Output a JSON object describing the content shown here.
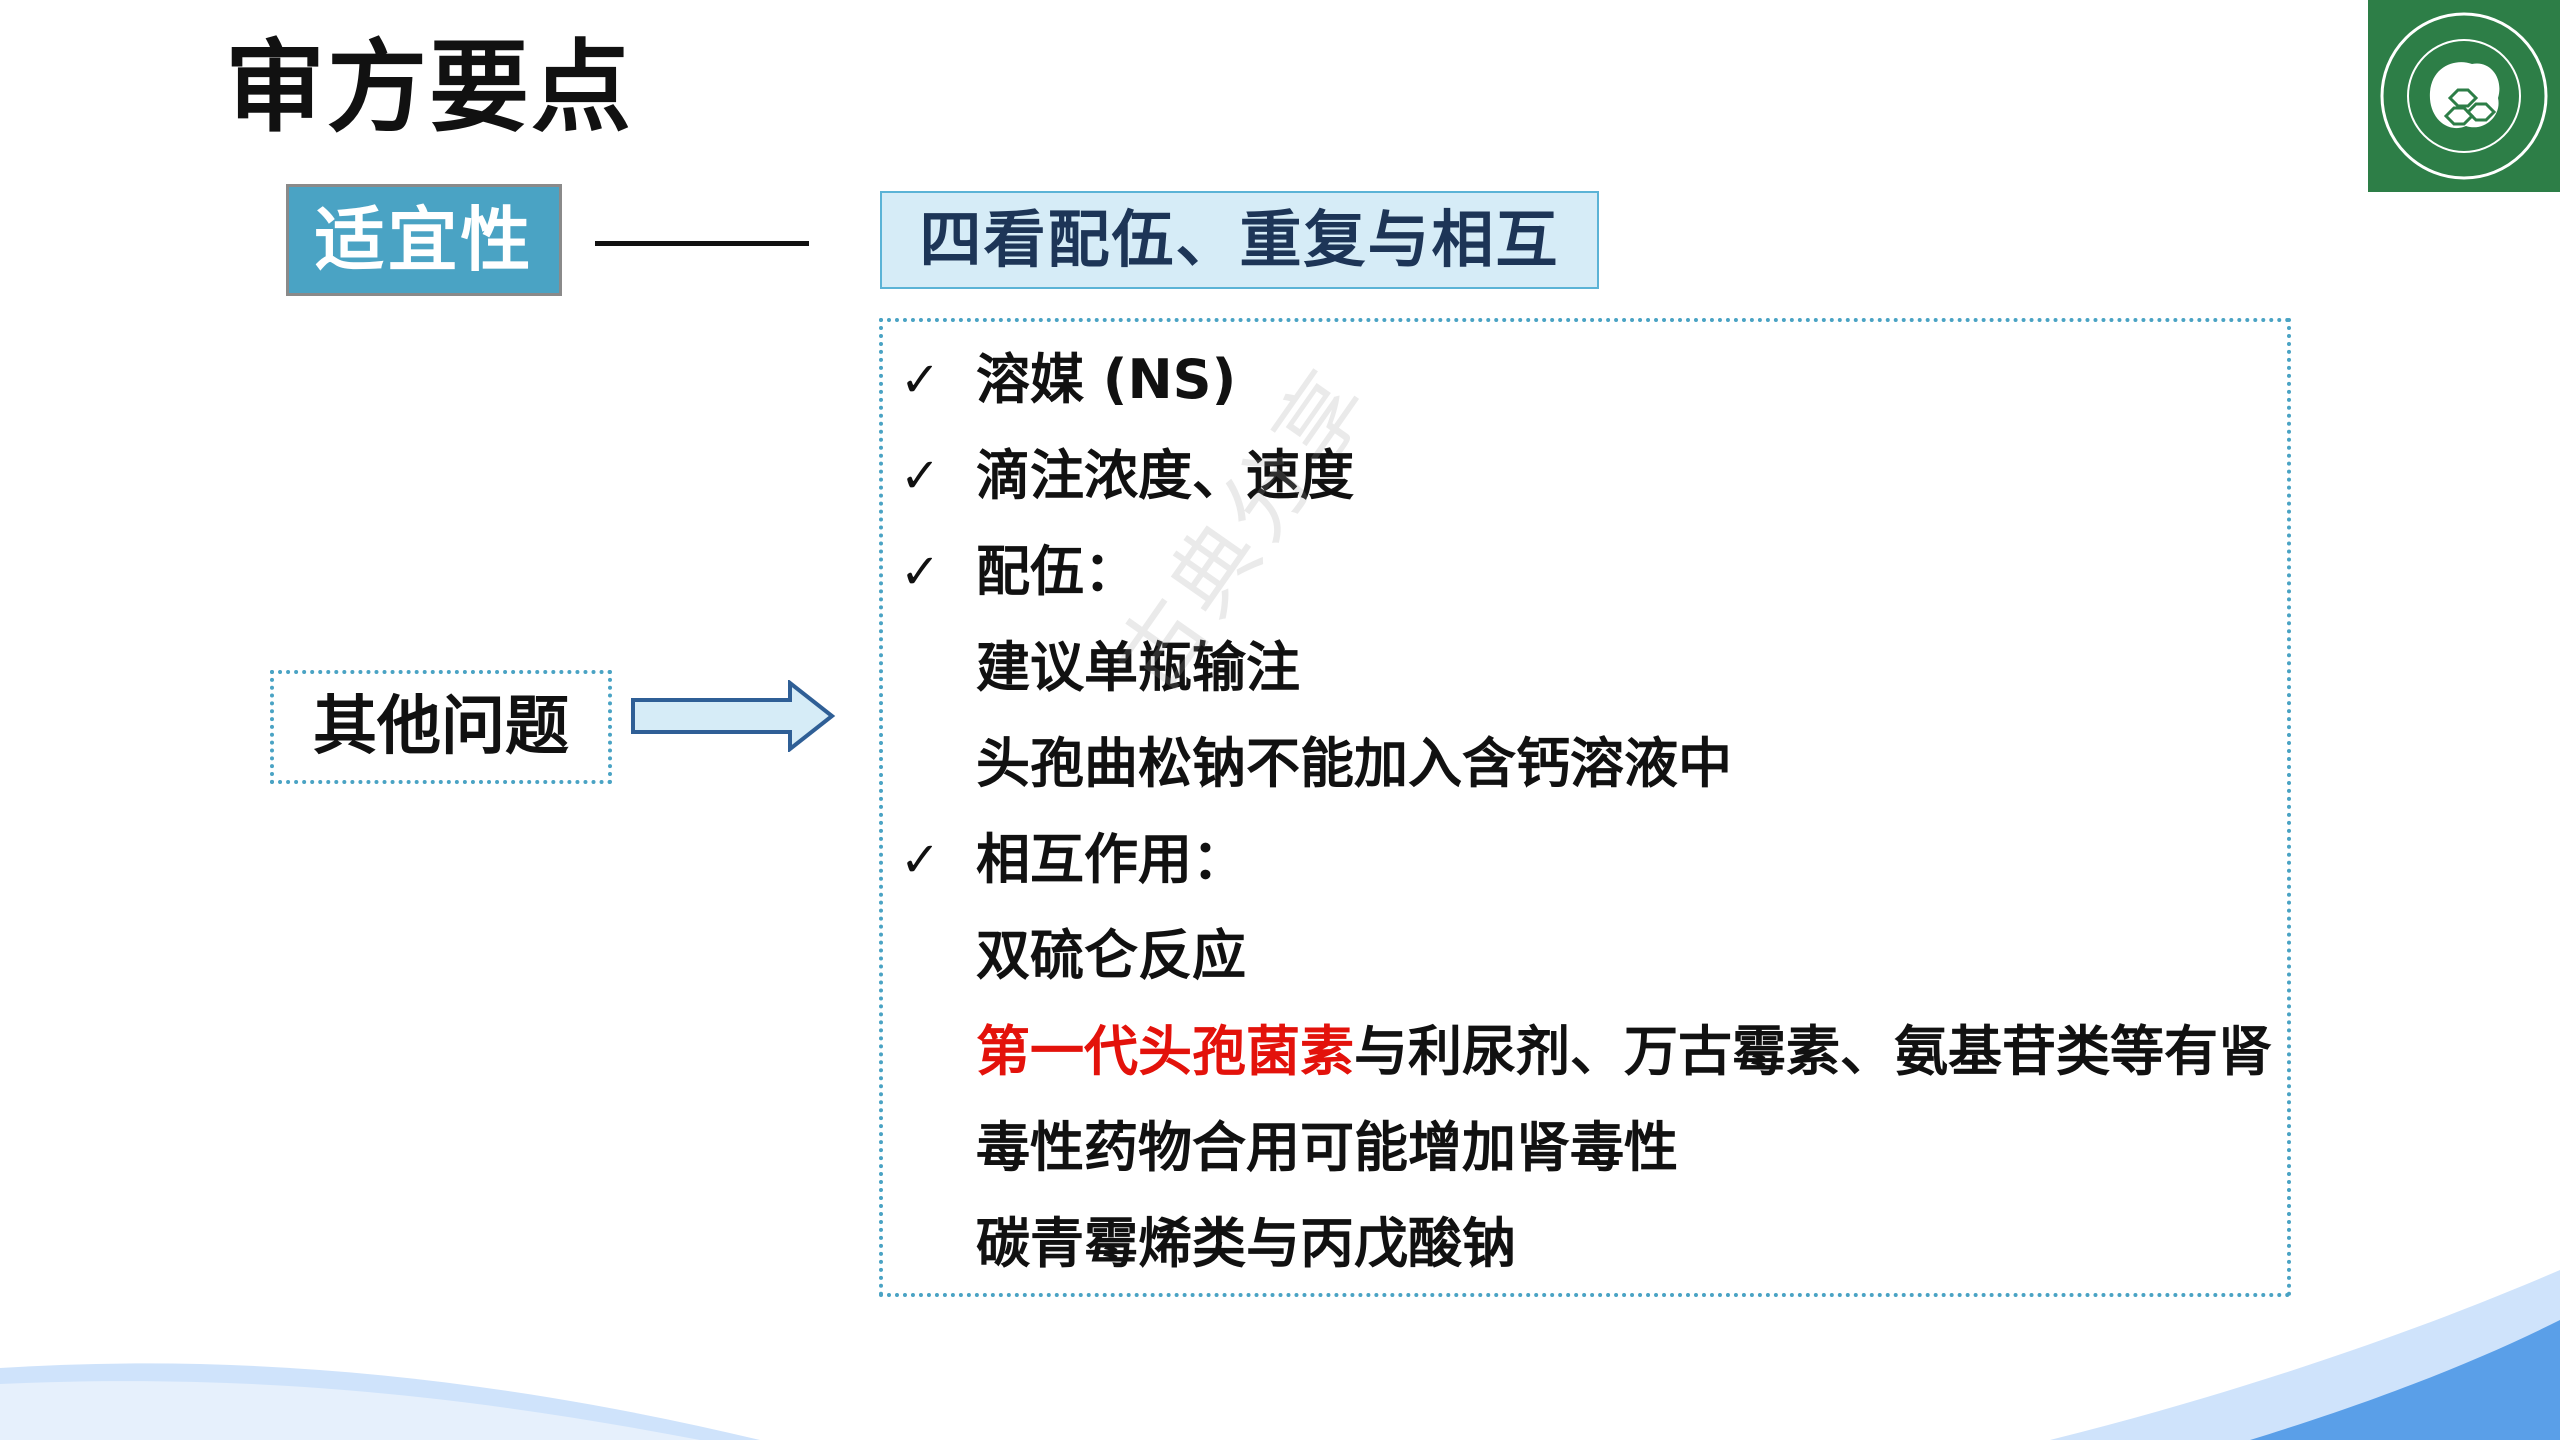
{
  "slide": {
    "title": "审方要点",
    "suitability_label": "适宜性",
    "header_label": "四看配伍、重复与相互",
    "other_label": "其他问题"
  },
  "content": {
    "solvent": "溶媒 (NS)",
    "drip": "滴注浓度、速度",
    "compat_title": "配伍：",
    "compat_1": "建议单瓶输注",
    "compat_2": "头孢曲松钠不能加入含钙溶液中",
    "interaction_title": "相互作用：",
    "int_1": "双硫仑反应",
    "int_2_red": "第一代头孢菌素",
    "int_2_rest": "与利尿剂、万古霉素、氨基苷类等有肾",
    "int_2_cont": "毒性药物合用可能增加肾毒性",
    "int_3": "碳青霉烯类与丙戊酸钠"
  },
  "watermark": "古典分享",
  "icons": {
    "check": "check-icon",
    "arrow": "arrow-right-icon",
    "logo": "association-logo"
  },
  "colors": {
    "accent_blue": "#4aa3c4",
    "header_bg": "#d6ecf7",
    "highlight_red": "#e3120b",
    "logo_green": "#2d7e47"
  }
}
